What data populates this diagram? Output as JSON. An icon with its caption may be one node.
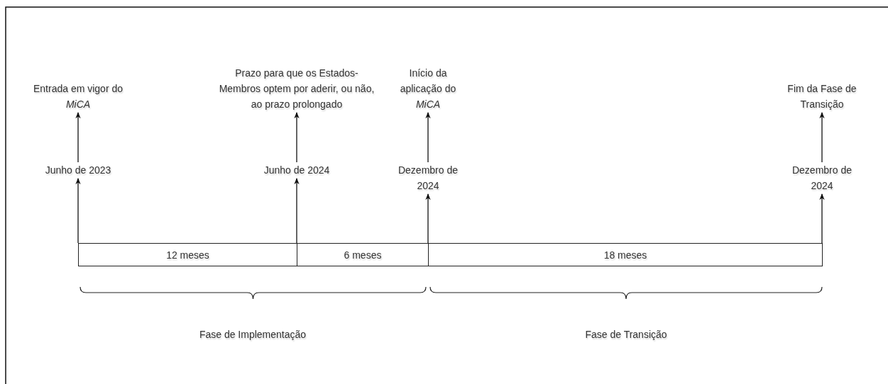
{
  "diagram": {
    "nodes": [
      {
        "text": [
          "12 meses"
        ]
      },
      {
        "text": [
          "6 meses"
        ]
      },
      {
        "text": [
          "18 meses"
        ]
      },
      {
        "text": [
          "Junho de 2023"
        ]
      },
      {
        "text": [
          "Junho de 2024"
        ]
      },
      {
        "text": [
          "Dezembro de 2024"
        ]
      },
      {
        "text": [
          "Dezembro de 2024"
        ]
      },
      {
        "text": [
          "Entrada em vigor do *MiCA*"
        ]
      },
      {
        "text": [
          "Prazo para que os Estados-Membros optem por aderir, ou não, ao prazo prolongado"
        ]
      },
      {
        "text": [
          "Início da aplicação do *MiCA*"
        ]
      },
      {
        "text": [
          "Fim da Fase de Transição"
        ]
      }
    ],
    "edges": [
      {
        "from": 0,
        "to": 3,
        "arrow": "to"
      },
      {
        "from": 1,
        "to": 4,
        "arrow": "to"
      },
      {
        "from": 2,
        "to": 5,
        "arrow": "to"
      },
      {
        "from": 2,
        "to": 6,
        "arrow": "to"
      },
      {
        "from": 3,
        "to": 7,
        "arrow": "to"
      },
      {
        "from": 4,
        "to": 8,
        "arrow": "to"
      },
      {
        "from": 5,
        "to": 9,
        "arrow": "to"
      },
      {
        "from": 6,
        "to": 10,
        "arrow": "to"
      }
    ],
    "labels": [
      "Fase de Implementação",
      "Fase de Transição"
    ]
  }
}
